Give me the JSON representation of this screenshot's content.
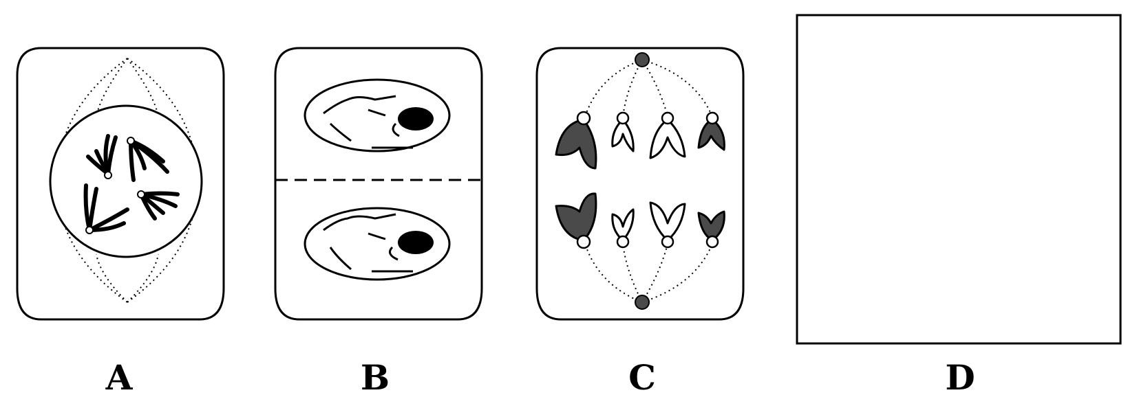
{
  "panels": [
    {
      "id": "A",
      "label": "A"
    },
    {
      "id": "B",
      "label": "B"
    },
    {
      "id": "C",
      "label": "C"
    },
    {
      "id": "D",
      "label": "D"
    }
  ],
  "colors": {
    "outline": "#000000",
    "background": "#ffffff",
    "shaded_chromosome": "#4a4a4a",
    "centrosome": "#4a4a4a",
    "nucleolus": "#000000"
  }
}
